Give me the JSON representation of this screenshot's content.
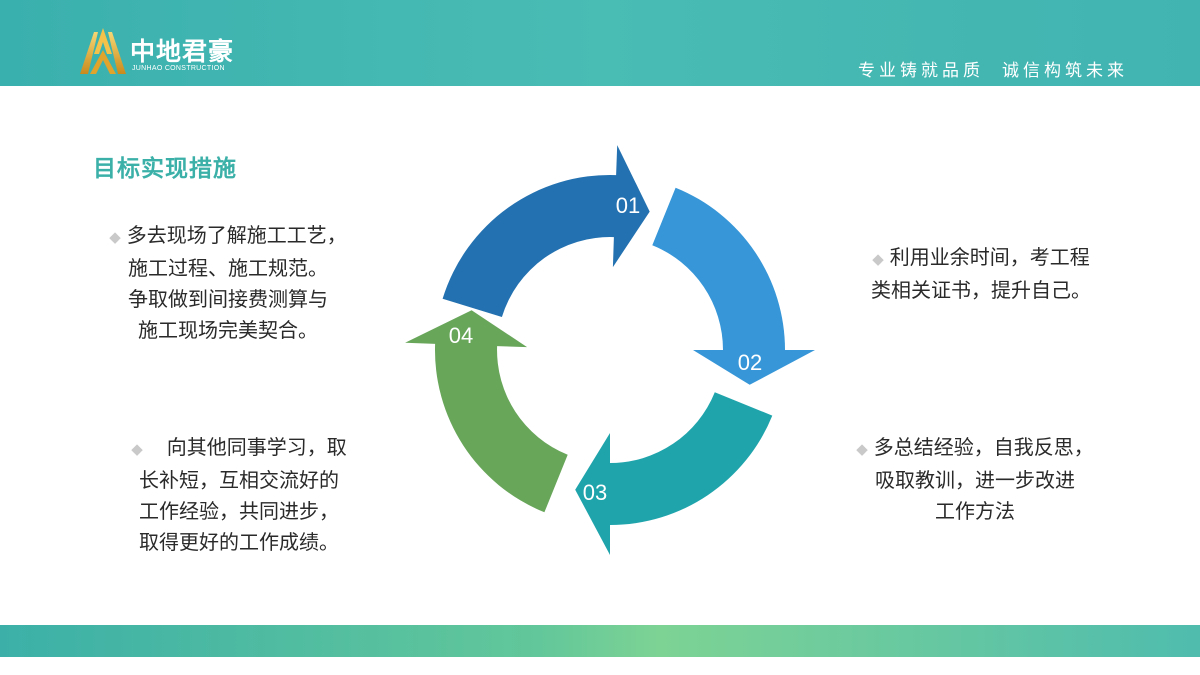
{
  "header": {
    "logo_cn": "中地君豪",
    "logo_en": "JUNHAO CONSTRUCTION",
    "slogan": [
      "专业铸就品质",
      "诚信构筑未来"
    ]
  },
  "section_title": "目标实现措施",
  "cycle": {
    "steps": [
      {
        "number": "01",
        "color": "#2371b0"
      },
      {
        "number": "02",
        "color": "#3696d8"
      },
      {
        "number": "03",
        "color": "#1fa4ac"
      },
      {
        "number": "04",
        "color": "#68a65a"
      }
    ]
  },
  "blocks": {
    "b1": {
      "lines": [
        "多去现场了解施工工艺，",
        "施工过程、施工规范。",
        "争取做到间接费测算与",
        "施工现场完美契合。"
      ]
    },
    "b2": {
      "lines": [
        "利用业余时间，考工程",
        "类相关证书，提升自己。"
      ]
    },
    "b3": {
      "lines": [
        "多总结经验，自我反思，",
        "吸取教训，进一步改进",
        "工作方法"
      ]
    },
    "b4": {
      "lines": [
        "向其他同事学习，取",
        "长补短，互相交流好的",
        "工作经验，共同进步，",
        "取得更好的工作成绩。"
      ]
    }
  },
  "bullet_char": "◆"
}
